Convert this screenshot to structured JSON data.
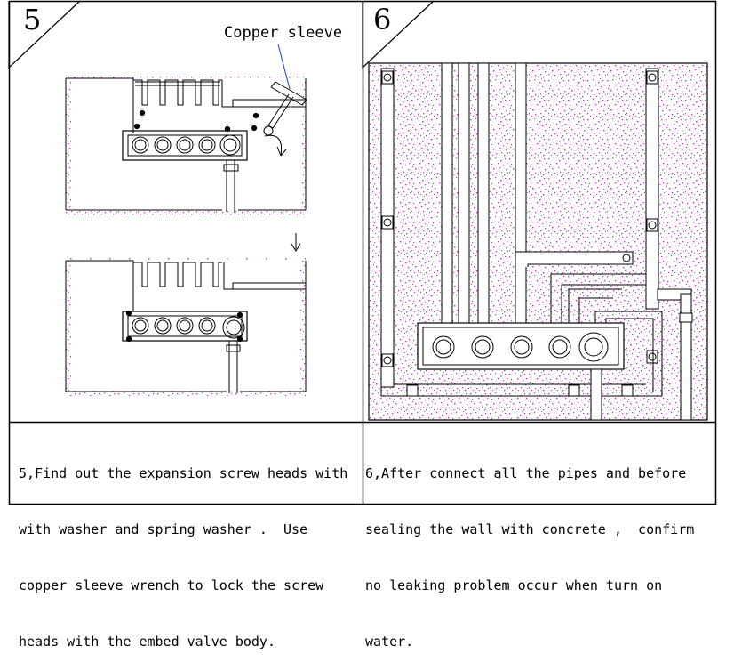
{
  "panels": [
    {
      "number": "5",
      "callout": "Copper sleeve",
      "caption_lines": [
        "5,Find out the expansion screw heads with",
        "with washer and spring washer .  Use",
        "copper sleeve wrench to lock the screw",
        "heads with the embed valve body."
      ]
    },
    {
      "number": "6",
      "caption_lines": [
        "6,After connect all the pipes and before",
        "sealing the wall with concrete ,  confirm",
        "no leaking problem occur when turn on",
        "water."
      ]
    }
  ],
  "colors": {
    "line": "#000000",
    "concrete_speckle": "#cc33cc",
    "callout_leader": "#1f3bbf"
  }
}
